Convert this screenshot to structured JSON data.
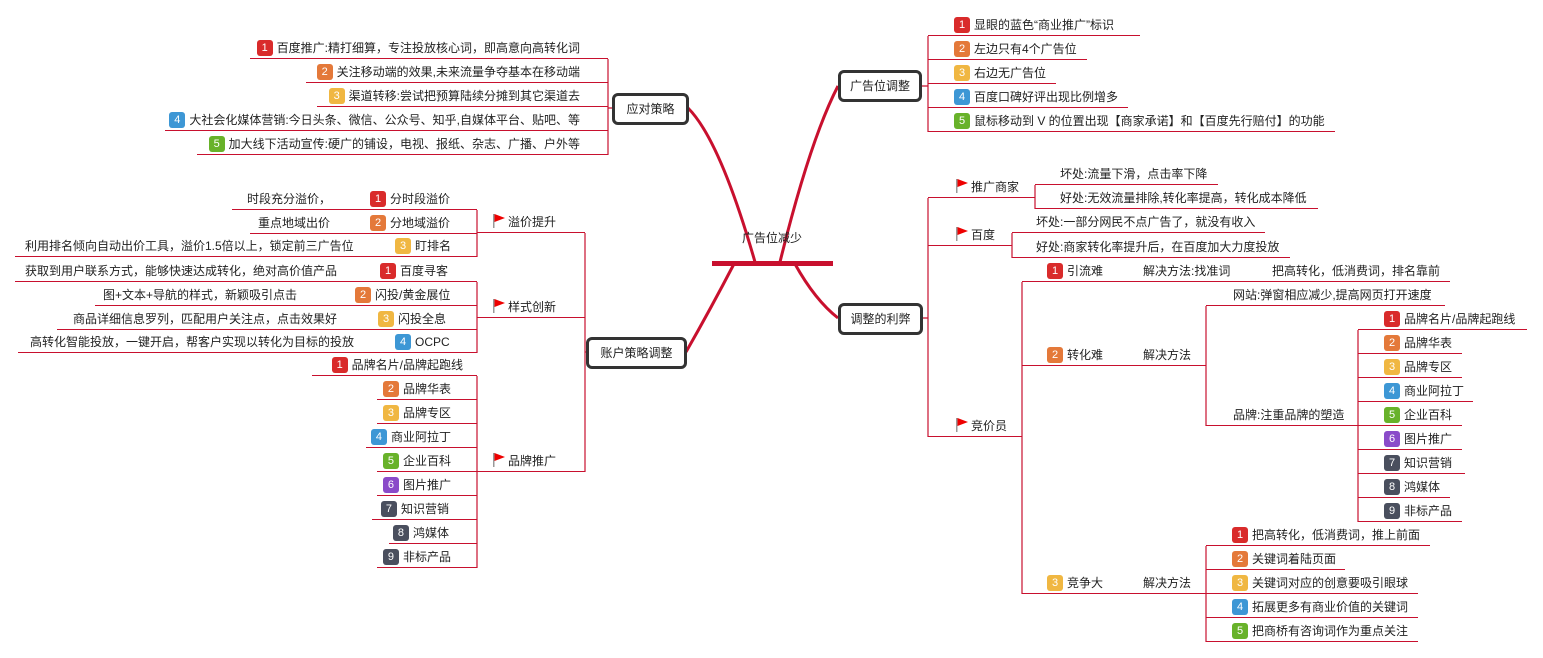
{
  "center": "广告位减少",
  "strategy": {
    "title": "应对策略",
    "items": [
      {
        "num": "1",
        "text": "百度推广:精打细算，专注投放核心词，即高意向高转化词"
      },
      {
        "num": "2",
        "text": "关注移动端的效果,未来流量争夺基本在移动端"
      },
      {
        "num": "3",
        "text": "渠道转移:尝试把预算陆续分摊到其它渠道去"
      },
      {
        "num": "4",
        "text": "大社会化媒体营销:今日头条、微信、公众号、知乎,自媒体平台、贴吧、等"
      },
      {
        "num": "5",
        "text": "加大线下活动宣传:硬广的铺设，电视、报纸、杂志、广播、户外等"
      }
    ]
  },
  "ad_adjust": {
    "title": "广告位调整",
    "items": [
      {
        "num": "1",
        "text": "显眼的蓝色“商业推广”标识"
      },
      {
        "num": "2",
        "text": "左边只有4个广告位"
      },
      {
        "num": "3",
        "text": "右边无广告位"
      },
      {
        "num": "4",
        "text": "百度口碑好评出现比例增多"
      },
      {
        "num": "5",
        "text": "鼠标移动到 V 的位置出现【商家承诺】和【百度先行赔付】的功能"
      }
    ]
  },
  "account": {
    "title": "账户策略调整",
    "groups": [
      {
        "title": "溢价提升",
        "items": [
          {
            "num": "1",
            "label": "分时段溢价",
            "desc": "时段充分溢价，"
          },
          {
            "num": "2",
            "label": "分地域溢价",
            "desc": "重点地域出价"
          },
          {
            "num": "3",
            "label": "盯排名",
            "desc": "利用排名倾向自动出价工具，溢价1.5倍以上，锁定前三广告位"
          }
        ]
      },
      {
        "title": "样式创新",
        "items": [
          {
            "num": "1",
            "label": "百度寻客",
            "desc": "获取到用户联系方式，能够快速达成转化，绝对高价值产品"
          },
          {
            "num": "2",
            "label": "闪投/黄金展位",
            "desc": "图+文本+导航的样式，新颖吸引点击"
          },
          {
            "num": "3",
            "label": "闪投全息",
            "desc": "商品详细信息罗列，匹配用户关注点，点击效果好"
          },
          {
            "num": "4",
            "label": "OCPC",
            "desc": "高转化智能投放，一键开启，帮客户实现以转化为目标的投放"
          }
        ]
      },
      {
        "title": "品牌推广",
        "items": [
          {
            "num": "1",
            "label": "品牌名片/品牌起跑线"
          },
          {
            "num": "2",
            "label": "品牌华表"
          },
          {
            "num": "3",
            "label": "品牌专区"
          },
          {
            "num": "4",
            "label": "商业阿拉丁"
          },
          {
            "num": "5",
            "label": "企业百科"
          },
          {
            "num": "6",
            "label": "图片推广"
          },
          {
            "num": "7",
            "label": "知识营销"
          },
          {
            "num": "8",
            "label": "鸿媒体"
          },
          {
            "num": "9",
            "label": "非标产品"
          }
        ]
      }
    ]
  },
  "pros_cons": {
    "title": "调整的利弊",
    "groups": [
      {
        "title": "推广商家",
        "bad": "坏处:流量下滑，点击率下降",
        "good": "好处:无效流量排除,转化率提高，转化成本降低"
      },
      {
        "title": "百度",
        "bad": "坏处:一部分网民不点广告了，就没有收入",
        "good": "好处:商家转化率提升后，在百度加大力度投放"
      },
      {
        "title": "竞价员",
        "items": [
          {
            "num": "1",
            "label": "引流难",
            "method": "解决方法:找准词",
            "result": "把高转化，低消费词，排名靠前"
          },
          {
            "num": "2",
            "label": "转化难",
            "method": "解决方法",
            "site": "网站:弹窗相应减少,提高网页打开速度",
            "brand": "品牌:注重品牌的塑造",
            "brand_items": [
              {
                "num": "1",
                "label": "品牌名片/品牌起跑线"
              },
              {
                "num": "2",
                "label": "品牌华表"
              },
              {
                "num": "3",
                "label": "品牌专区"
              },
              {
                "num": "4",
                "label": "商业阿拉丁"
              },
              {
                "num": "5",
                "label": "企业百科"
              },
              {
                "num": "6",
                "label": "图片推广"
              },
              {
                "num": "7",
                "label": "知识营销"
              },
              {
                "num": "8",
                "label": "鸿媒体"
              },
              {
                "num": "9",
                "label": "非标产品"
              }
            ]
          },
          {
            "num": "3",
            "label": "竞争大",
            "method": "解决方法",
            "solutions": [
              {
                "num": "1",
                "label": "把高转化，低消费词，推上前面"
              },
              {
                "num": "2",
                "label": "关键词着陆页面"
              },
              {
                "num": "3",
                "label": "关键词对应的创意要吸引眼球"
              },
              {
                "num": "4",
                "label": "拓展更多有商业价值的关键词"
              },
              {
                "num": "5",
                "label": "把商桥有咨询词作为重点关注"
              }
            ]
          }
        ]
      }
    ]
  },
  "colors": {
    "line": "#c8102e",
    "badge1": "#d92b2b",
    "badge2": "#e4793a",
    "badge3": "#f0b742",
    "badge4": "#3d97d5",
    "badge5": "#68b22a",
    "badge6": "#8a4bc9",
    "badge7": "#4a4f5e"
  }
}
